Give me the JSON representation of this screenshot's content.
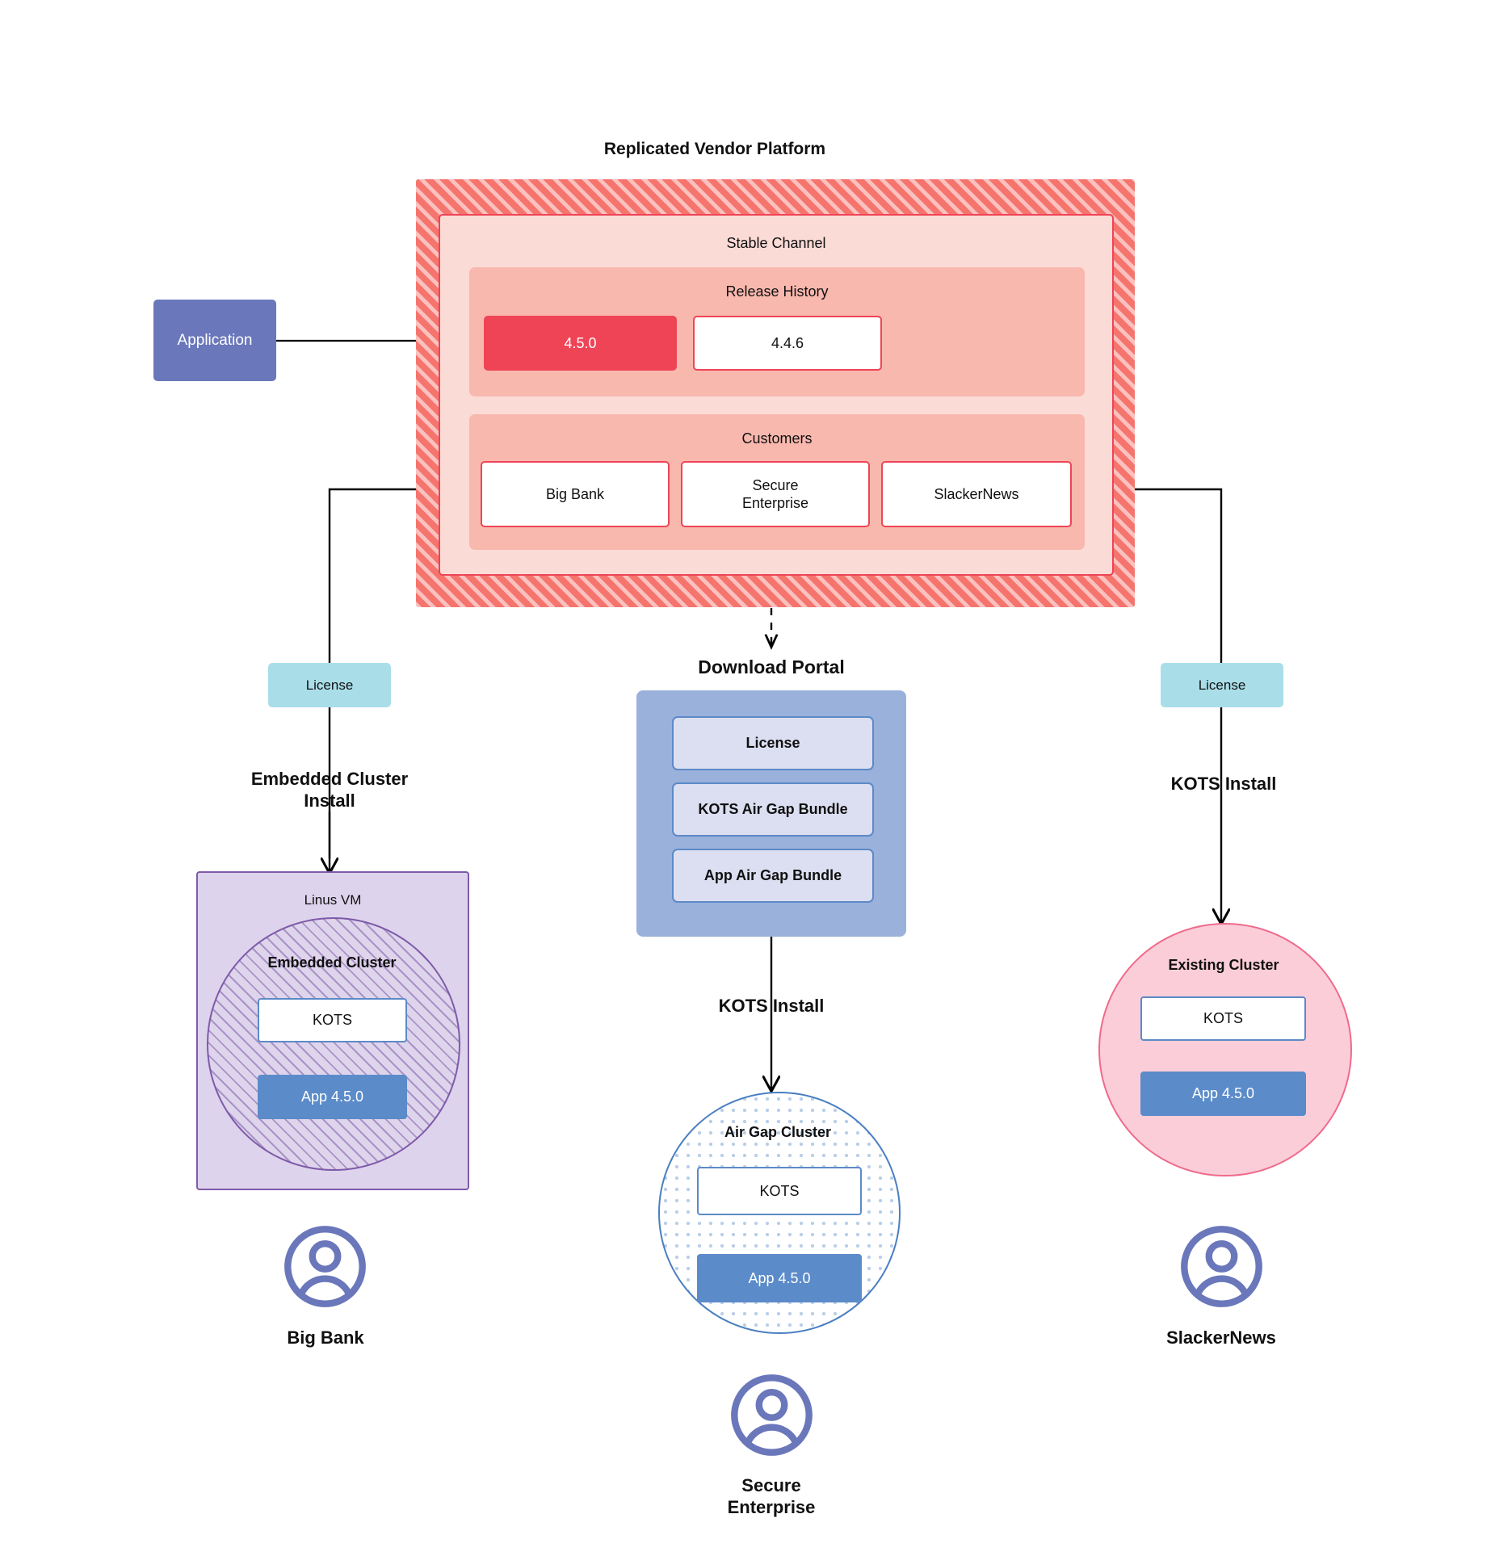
{
  "platform": {
    "title": "Replicated Vendor Platform",
    "channel_label": "Stable Channel",
    "release_history_label": "Release History",
    "releases": [
      {
        "version": "4.5.0",
        "state": "current"
      },
      {
        "version": "4.4.6",
        "state": "previous"
      }
    ],
    "customers_label": "Customers",
    "customers": [
      "Big Bank",
      "Secure\nEnterprise",
      "SlackerNews"
    ],
    "colors": {
      "hatch": "#f5756e",
      "channel_fill": "#fbdbd6",
      "band_fill": "#f9b8ae",
      "accent": "#ef4456"
    }
  },
  "application": {
    "label": "Application",
    "color": "#6a77ba"
  },
  "licenses": {
    "left_label": "License",
    "right_label": "License"
  },
  "edges": {
    "left_install": "Embedded Cluster\nInstall",
    "center_install": "KOTS Install",
    "right_install": "KOTS Install"
  },
  "portal": {
    "title": "Download  Portal",
    "items": [
      "License",
      "KOTS Air Gap Bundle",
      "App Air Gap Bundle"
    ],
    "color": "#9ab1db"
  },
  "left_branch": {
    "vm_label": "Linus VM",
    "cluster_label": "Embedded Cluster",
    "kots_label": "KOTS",
    "app_label": "App 4.5.0",
    "persona": "Big Bank",
    "color": "#7e5aa8"
  },
  "center_branch": {
    "cluster_label": "Air Gap Cluster",
    "kots_label": "KOTS",
    "app_label": "App 4.5.0",
    "persona": "Secure\nEnterprise",
    "color": "#4a7fc1"
  },
  "right_branch": {
    "cluster_label": "Existing Cluster",
    "kots_label": "KOTS",
    "app_label": "App 4.5.0",
    "persona": "SlackerNews",
    "color": "#ef6a8b"
  },
  "icons": {
    "persona": "user-avatar-icon"
  }
}
